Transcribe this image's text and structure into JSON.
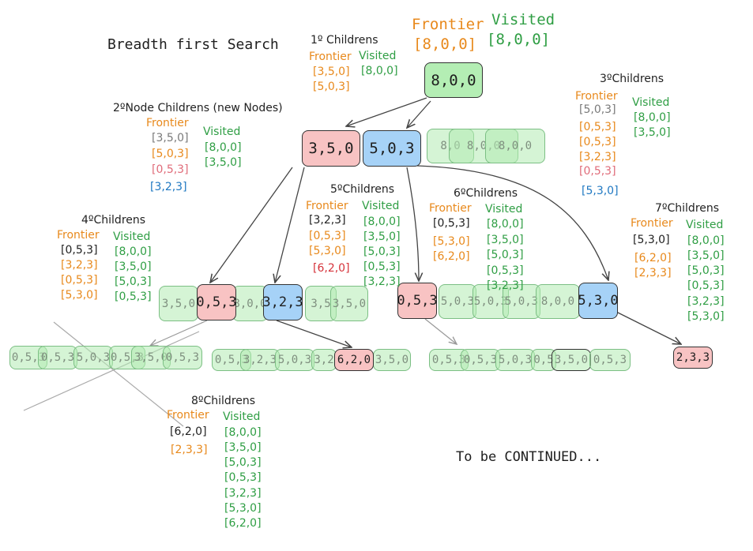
{
  "title": "Breadth first Search",
  "footer": "To be CONTINUED...",
  "colors": {
    "frontier": "#e8891c",
    "visited": "#2f9e44",
    "grey": "#7a7a7a",
    "pink": "#e06c7a",
    "blue": "#1f78c2",
    "red": "#d6333b",
    "dark": "#222222"
  },
  "top": {
    "frontier_label": "Frontier",
    "frontier_value": "[8,0,0]",
    "visited_label": "Visited",
    "visited_value": "[8,0,0]"
  },
  "nodes": {
    "root": "8,0,0",
    "n350": "3,5,0",
    "n503": "5,0,3",
    "n053_a": "0,5,3",
    "n323": "3,2,3",
    "n620": "6,2,0",
    "n053_b": "0,5,3",
    "n530": "5,3,0",
    "n233": "2,3,3"
  },
  "ghosts": {
    "g1": "8,0",
    "g2": "8,0,0",
    "g3": "8,0,0",
    "g4": "3,5,0",
    "g5": "8,0,0",
    "g6": "3,5",
    "g7": "3,5,0",
    "g8": "5,0,3",
    "g9": "5,0,3",
    "g10": "5,0,3",
    "g11": "8,0,0",
    "r1": "0,5,3",
    "r2": "0,5,3",
    "r3": "5,0,3",
    "r4": "0,5,3",
    "r5": "3,5,0",
    "r6": "0,5,3",
    "s1": "0,5,3",
    "s2": "3,2,3",
    "s3": "5,0,3",
    "s4": "3,2",
    "s5": "3,5,0",
    "u1": "0,5,3",
    "u2": "0,5,3",
    "u3": "5,0,3",
    "u4": "0,5",
    "u5": "3,5,0",
    "u6": "0,5,3"
  },
  "g1": {
    "heading": "1º Childrens",
    "frontier_label": "Frontier",
    "visited_label": "Visited",
    "frontier": [
      "[3,5,0]",
      "[5,0,3]"
    ],
    "visited": [
      "[8,0,0]"
    ]
  },
  "g2": {
    "heading": "2ºNode Childrens (new Nodes)",
    "frontier_label": "Frontier",
    "visited_label": "Visited",
    "frontier": [
      "[3,5,0]",
      "[5,0,3]",
      "[0,5,3]",
      "[3,2,3]"
    ],
    "visited": [
      "[8,0,0]",
      "[3,5,0]"
    ]
  },
  "g3": {
    "heading": "3ºChildrens",
    "frontier_label": "Frontier",
    "visited_label": "Visited",
    "frontier": [
      "[5,0,3]",
      "[0,5,3]",
      "[0,5,3]",
      "[3,2,3]",
      "[0,5,3]",
      "[5,3,0]"
    ],
    "visited": [
      "[8,0,0]",
      "[3,5,0]"
    ]
  },
  "g4": {
    "heading": "4ºChildrens",
    "frontier_label": "Frontier",
    "visited_label": "Visited",
    "frontier": [
      "[0,5,3]",
      "[3,2,3]",
      "[0,5,3]",
      "[5,3,0]"
    ],
    "visited": [
      "[8,0,0]",
      "[3,5,0]",
      "[5,0,3]",
      "[0,5,3]"
    ]
  },
  "g5": {
    "heading": "5ºChildrens",
    "frontier_label": "Frontier",
    "visited_label": "Visited",
    "frontier": [
      "[3,2,3]",
      "[0,5,3]",
      "[5,3,0]",
      "[6,2,0]"
    ],
    "visited": [
      "[8,0,0]",
      "[3,5,0]",
      "[5,0,3]",
      "[0,5,3]",
      "[3,2,3]"
    ]
  },
  "g6": {
    "heading": "6ºChildrens",
    "frontier_label": "Frontier",
    "visited_label": "Visited",
    "frontier": [
      "[0,5,3]",
      "[5,3,0]",
      "[6,2,0]"
    ],
    "visited": [
      "[8,0,0]",
      "[3,5,0]",
      "[5,0,3]",
      "[0,5,3]",
      "[3,2,3]"
    ]
  },
  "g7": {
    "heading": "7ºChildrens",
    "frontier_label": "Frontier",
    "visited_label": "Visited",
    "frontier": [
      "[5,3,0]",
      "[6,2,0]",
      "[2,3,3]"
    ],
    "visited": [
      "[8,0,0]",
      "[3,5,0]",
      "[5,0,3]",
      "[0,5,3]",
      "[3,2,3]",
      "[5,3,0]"
    ]
  },
  "g8": {
    "heading": "8ºChildrens",
    "frontier_label": "Frontier",
    "visited_label": "Visited",
    "frontier": [
      "[6,2,0]",
      "[2,3,3]"
    ],
    "visited": [
      "[8,0,0]",
      "[3,5,0]",
      "[5,0,3]",
      "[0,5,3]",
      "[3,2,3]",
      "[5,3,0]",
      "[6,2,0]"
    ]
  }
}
